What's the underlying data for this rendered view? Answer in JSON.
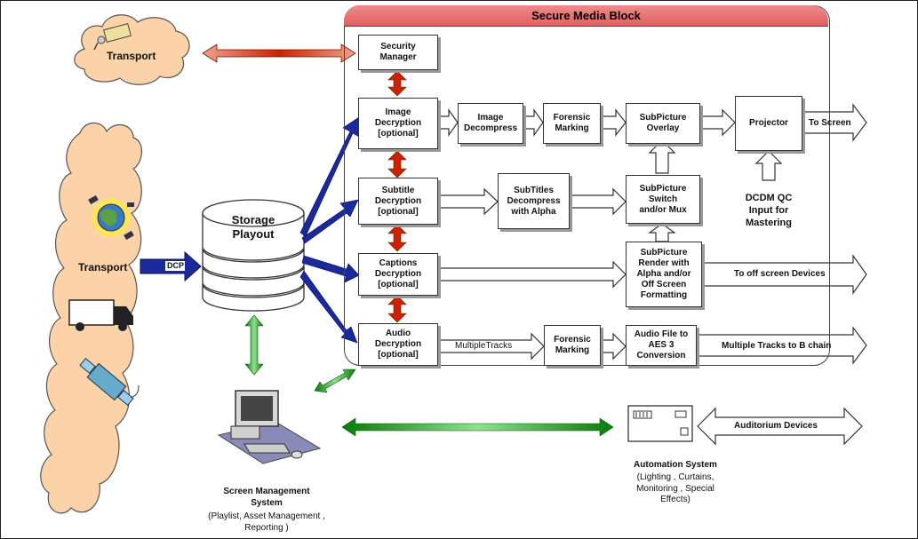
{
  "secure_block": {
    "title": "Secure Media Block"
  },
  "boxes": {
    "security_manager": "Security\nManager",
    "image_decryption": "Image\nDecryption\n[optional]",
    "image_decompress": "Image\nDecompress",
    "forensic_marking_1": "Forensic\nMarking",
    "subpicture_overlay": "SubPicture\nOverlay",
    "projector": "Projector",
    "subtitle_decryption": "Subtitle\nDecryption\n[optional]",
    "subtitles_decompress": "SubTitles\nDecompress\nwith Alpha",
    "subpicture_switch": "SubPicture\nSwitch\nand/or Mux",
    "captions_decryption": "Captions\nDecryption\n[optional]",
    "subpicture_render": "SubPicture\nRender with\nAlpha and/or\nOff Screen\nFormatting",
    "audio_decryption": "Audio\nDecryption\n[optional]",
    "forensic_marking_2": "Forensic\nMarking",
    "audio_file_aes": "Audio File to\nAES 3\nConversion"
  },
  "arrow_labels": {
    "to_screen": "To Screen",
    "to_off_screen": "To off screen Devices",
    "multiple_tracks": "MultipleTracks",
    "multiple_tracks_b": "Multiple Tracks to B chain",
    "auditorium_devices": "Auditorium Devices",
    "dcp": "DCP"
  },
  "labels": {
    "dcdm_qc": "DCDM QC\nInput for\nMastering",
    "storage_playout": "Storage\nPlayout",
    "transport_top": "Transport",
    "transport_main": "Transport",
    "screen_mgmt_title": "Screen Management\nSystem",
    "screen_mgmt_desc": "(Playlist, Asset Management ,\nReporting )",
    "automation_title": "Automation System",
    "automation_desc": "(Lighting , Curtains,\nMonitoring , Special\nEffects)"
  },
  "colors": {
    "secure_header": "#e06060",
    "red_arrow": "#cc2200",
    "blue_arrow": "#1a2a9a",
    "green_arrow": "#2aa02a",
    "cloud_fill": "#fcd2a8"
  },
  "icons": [
    "keys-icon",
    "globe-satellite-icon",
    "truck-icon",
    "satellite-icon",
    "computer-icon",
    "automation-device-icon"
  ]
}
